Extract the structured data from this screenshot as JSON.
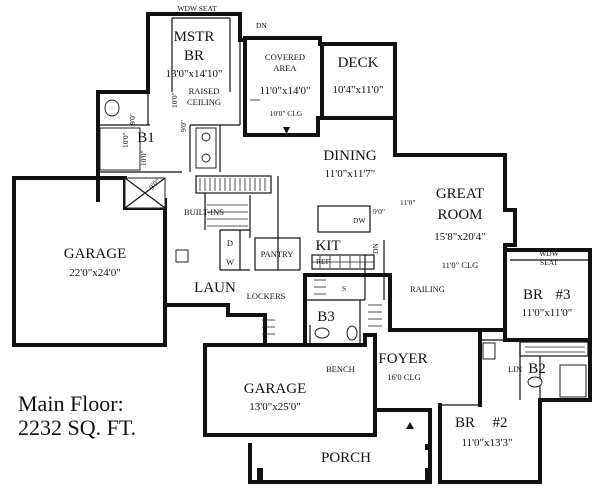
{
  "rooms": {
    "master": {
      "name1": "MSTR",
      "name2": "BR",
      "size": "13'0\"x14'10\"",
      "ceiling1": "RAISED",
      "ceiling2": "CEILING",
      "dim_a": "10'0\"",
      "dim_b": "9'0\""
    },
    "window_seat_master": "WDW SEAT",
    "covered_area": {
      "name1": "COVERED",
      "name2": "AREA",
      "size": "11'0\"x14'0\"",
      "clg": "10'0\" CLG",
      "dn": "DN"
    },
    "deck": {
      "name": "DECK",
      "size": "10'4\"x11'0\""
    },
    "b1": {
      "name": "B1",
      "dim_a": "10'0\"",
      "dim_b": "10'0\"",
      "dim_c": "9'0\""
    },
    "dining": {
      "name": "DINING",
      "size": "11'0\"x11'7\""
    },
    "great_room": {
      "name1": "GREAT",
      "name2": "ROOM",
      "size": "15'8\"x20'4\"",
      "clg": "11'0\" CLG",
      "dim_a": "11'0\"",
      "dim_b": "9'0\""
    },
    "garage_main": {
      "name": "GARAGE",
      "size": "22'0\"x24'0\""
    },
    "built_ins": "BUILT-INS",
    "corner_dim": "9'0\"",
    "kit": {
      "name": "KIT",
      "dw": "DW",
      "ref": "REF",
      "dn": "DN",
      "s": "S"
    },
    "pantry": "PANTRY",
    "washer": "W",
    "dryer": "D",
    "laun": "LAUN",
    "lockers": "LOCKERS",
    "b3": "B3",
    "railing": "RAILING",
    "br3": {
      "name1": "BR",
      "name2": "#3",
      "size": "11'0\"x11'0\""
    },
    "window_seat_br3_1": "WDW",
    "window_seat_br3_2": "SEAT",
    "foyer": {
      "name": "FOYER",
      "clg": "16'0 CLG"
    },
    "bench": "BENCH",
    "lin": "LIN",
    "b2": "B2",
    "garage_small": {
      "name": "GARAGE",
      "size": "13'0\"x25'0\""
    },
    "br2": {
      "name1": "BR",
      "name2": "#2",
      "size": "11'0\"x13'3\""
    },
    "porch": "PORCH"
  },
  "caption": {
    "line1": "Main Floor:",
    "line2": "2232 SQ. FT."
  }
}
